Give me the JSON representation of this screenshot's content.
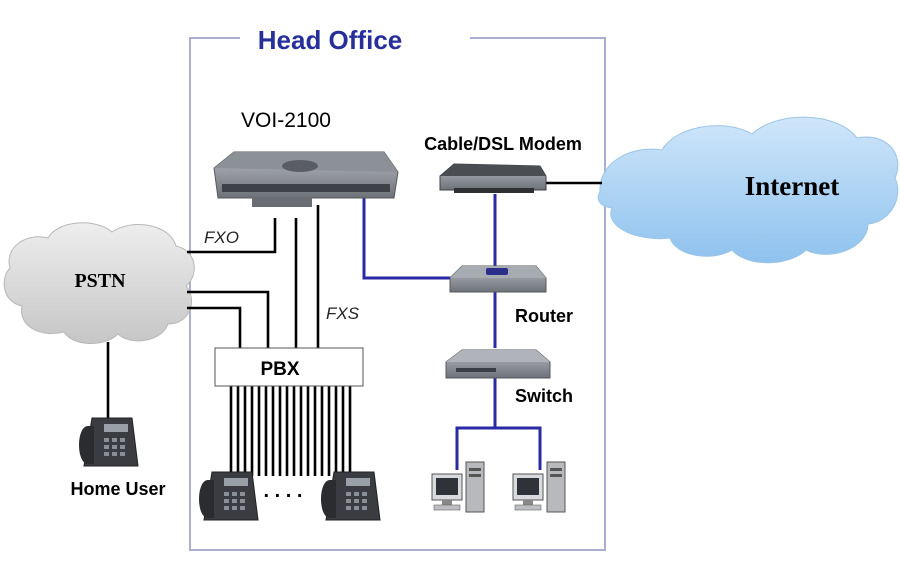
{
  "office": {
    "title": "Head Office"
  },
  "devices": {
    "voip": "VOI-2100",
    "modem": "Cable/DSL Modem",
    "router": "Router",
    "switch": "Switch",
    "pbx": "PBX",
    "home_user": "Home User"
  },
  "clouds": {
    "internet": "Internet",
    "pstn": "PSTN"
  },
  "ports": {
    "fxo": "FXO",
    "fxs": "FXS"
  },
  "phone_ellipsis": ". . . .",
  "colors": {
    "blue_link": "#2a2aa6",
    "black_link": "#000000",
    "frame": "#a9afd2",
    "title": "#27309a",
    "cloud": "#a6d0f2"
  }
}
